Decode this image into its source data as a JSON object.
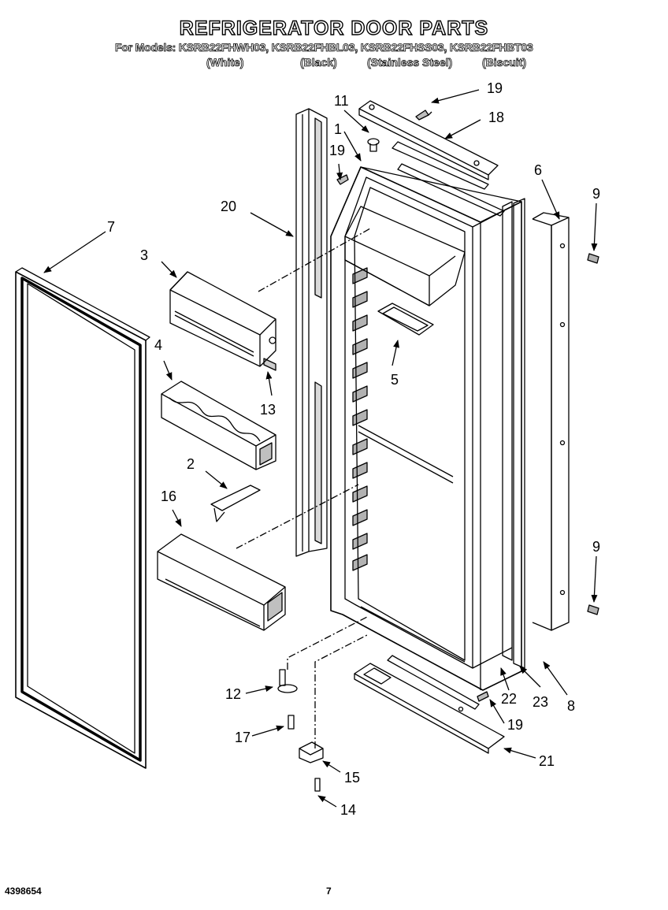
{
  "header": {
    "title": "REFRIGERATOR DOOR PARTS",
    "models_line": "For Models: KSRB22FHWH03, KSRB22FHBL03, KSRB22FHSS03, KSRB22FHBT03",
    "colors": [
      "(White)",
      "(Black)",
      "(Stainless Steel)",
      "(Biscuit)"
    ]
  },
  "callouts": [
    "1",
    "2",
    "3",
    "4",
    "5",
    "6",
    "7",
    "8",
    "9",
    "9",
    "11",
    "12",
    "13",
    "14",
    "15",
    "16",
    "17",
    "18",
    "19",
    "19",
    "19",
    "20",
    "21",
    "22",
    "23"
  ],
  "footer": {
    "doc_number": "4398654",
    "page_number": "7"
  },
  "style": {
    "ink": "#000000",
    "paper": "#ffffff"
  }
}
